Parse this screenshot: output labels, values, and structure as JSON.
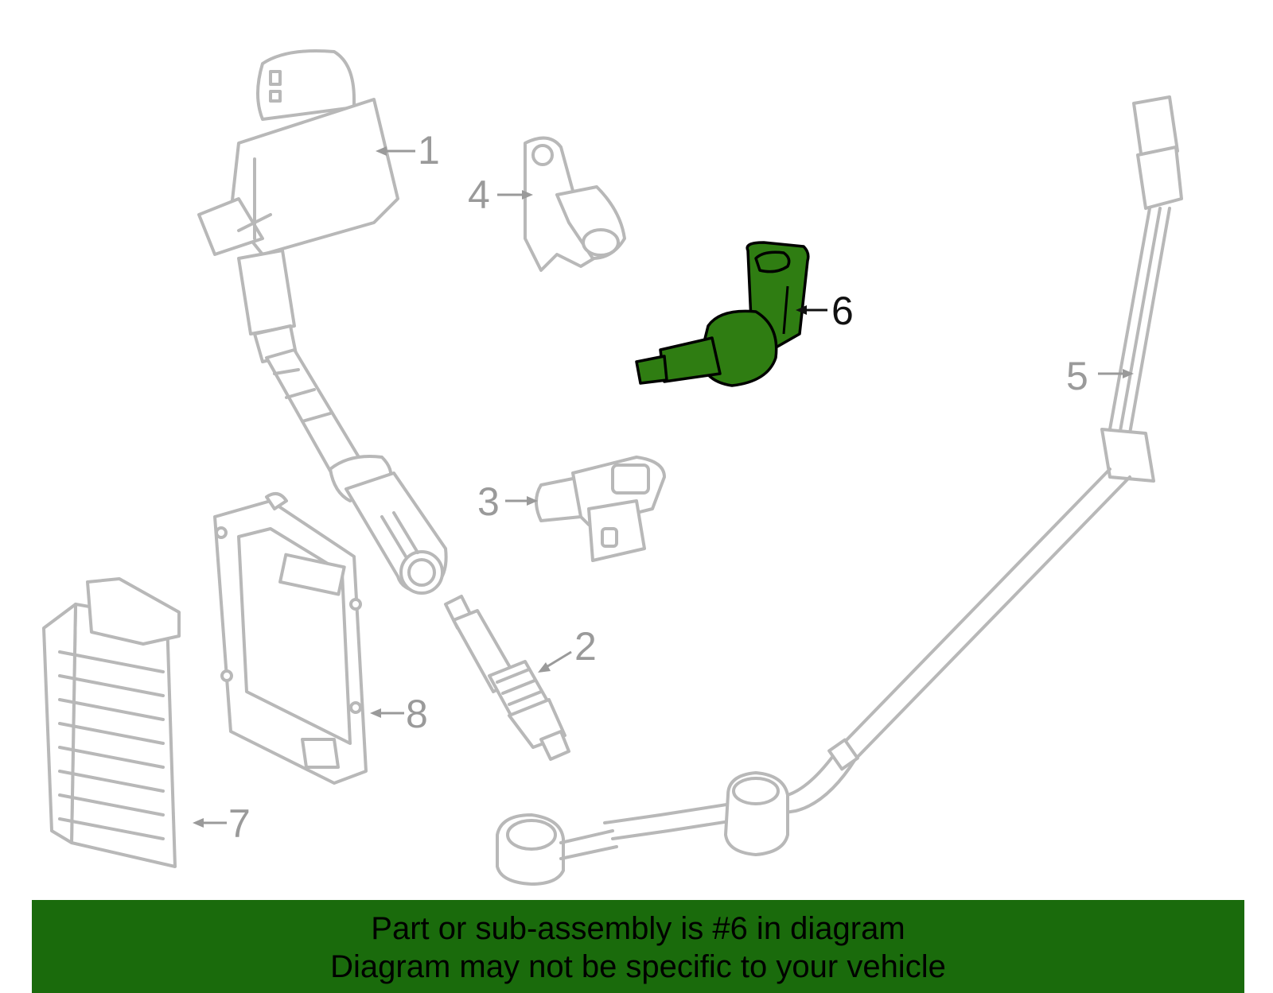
{
  "callouts": {
    "c1": "1",
    "c2": "2",
    "c3": "3",
    "c4": "4",
    "c5": "5",
    "c6": "6",
    "c7": "7",
    "c8": "8"
  },
  "highlight_color": "#2f7d12",
  "banner": {
    "line1": "Part or sub-assembly is #6 in diagram",
    "line2": "Diagram may not be specific to your vehicle",
    "color": "#1a6b0c"
  }
}
